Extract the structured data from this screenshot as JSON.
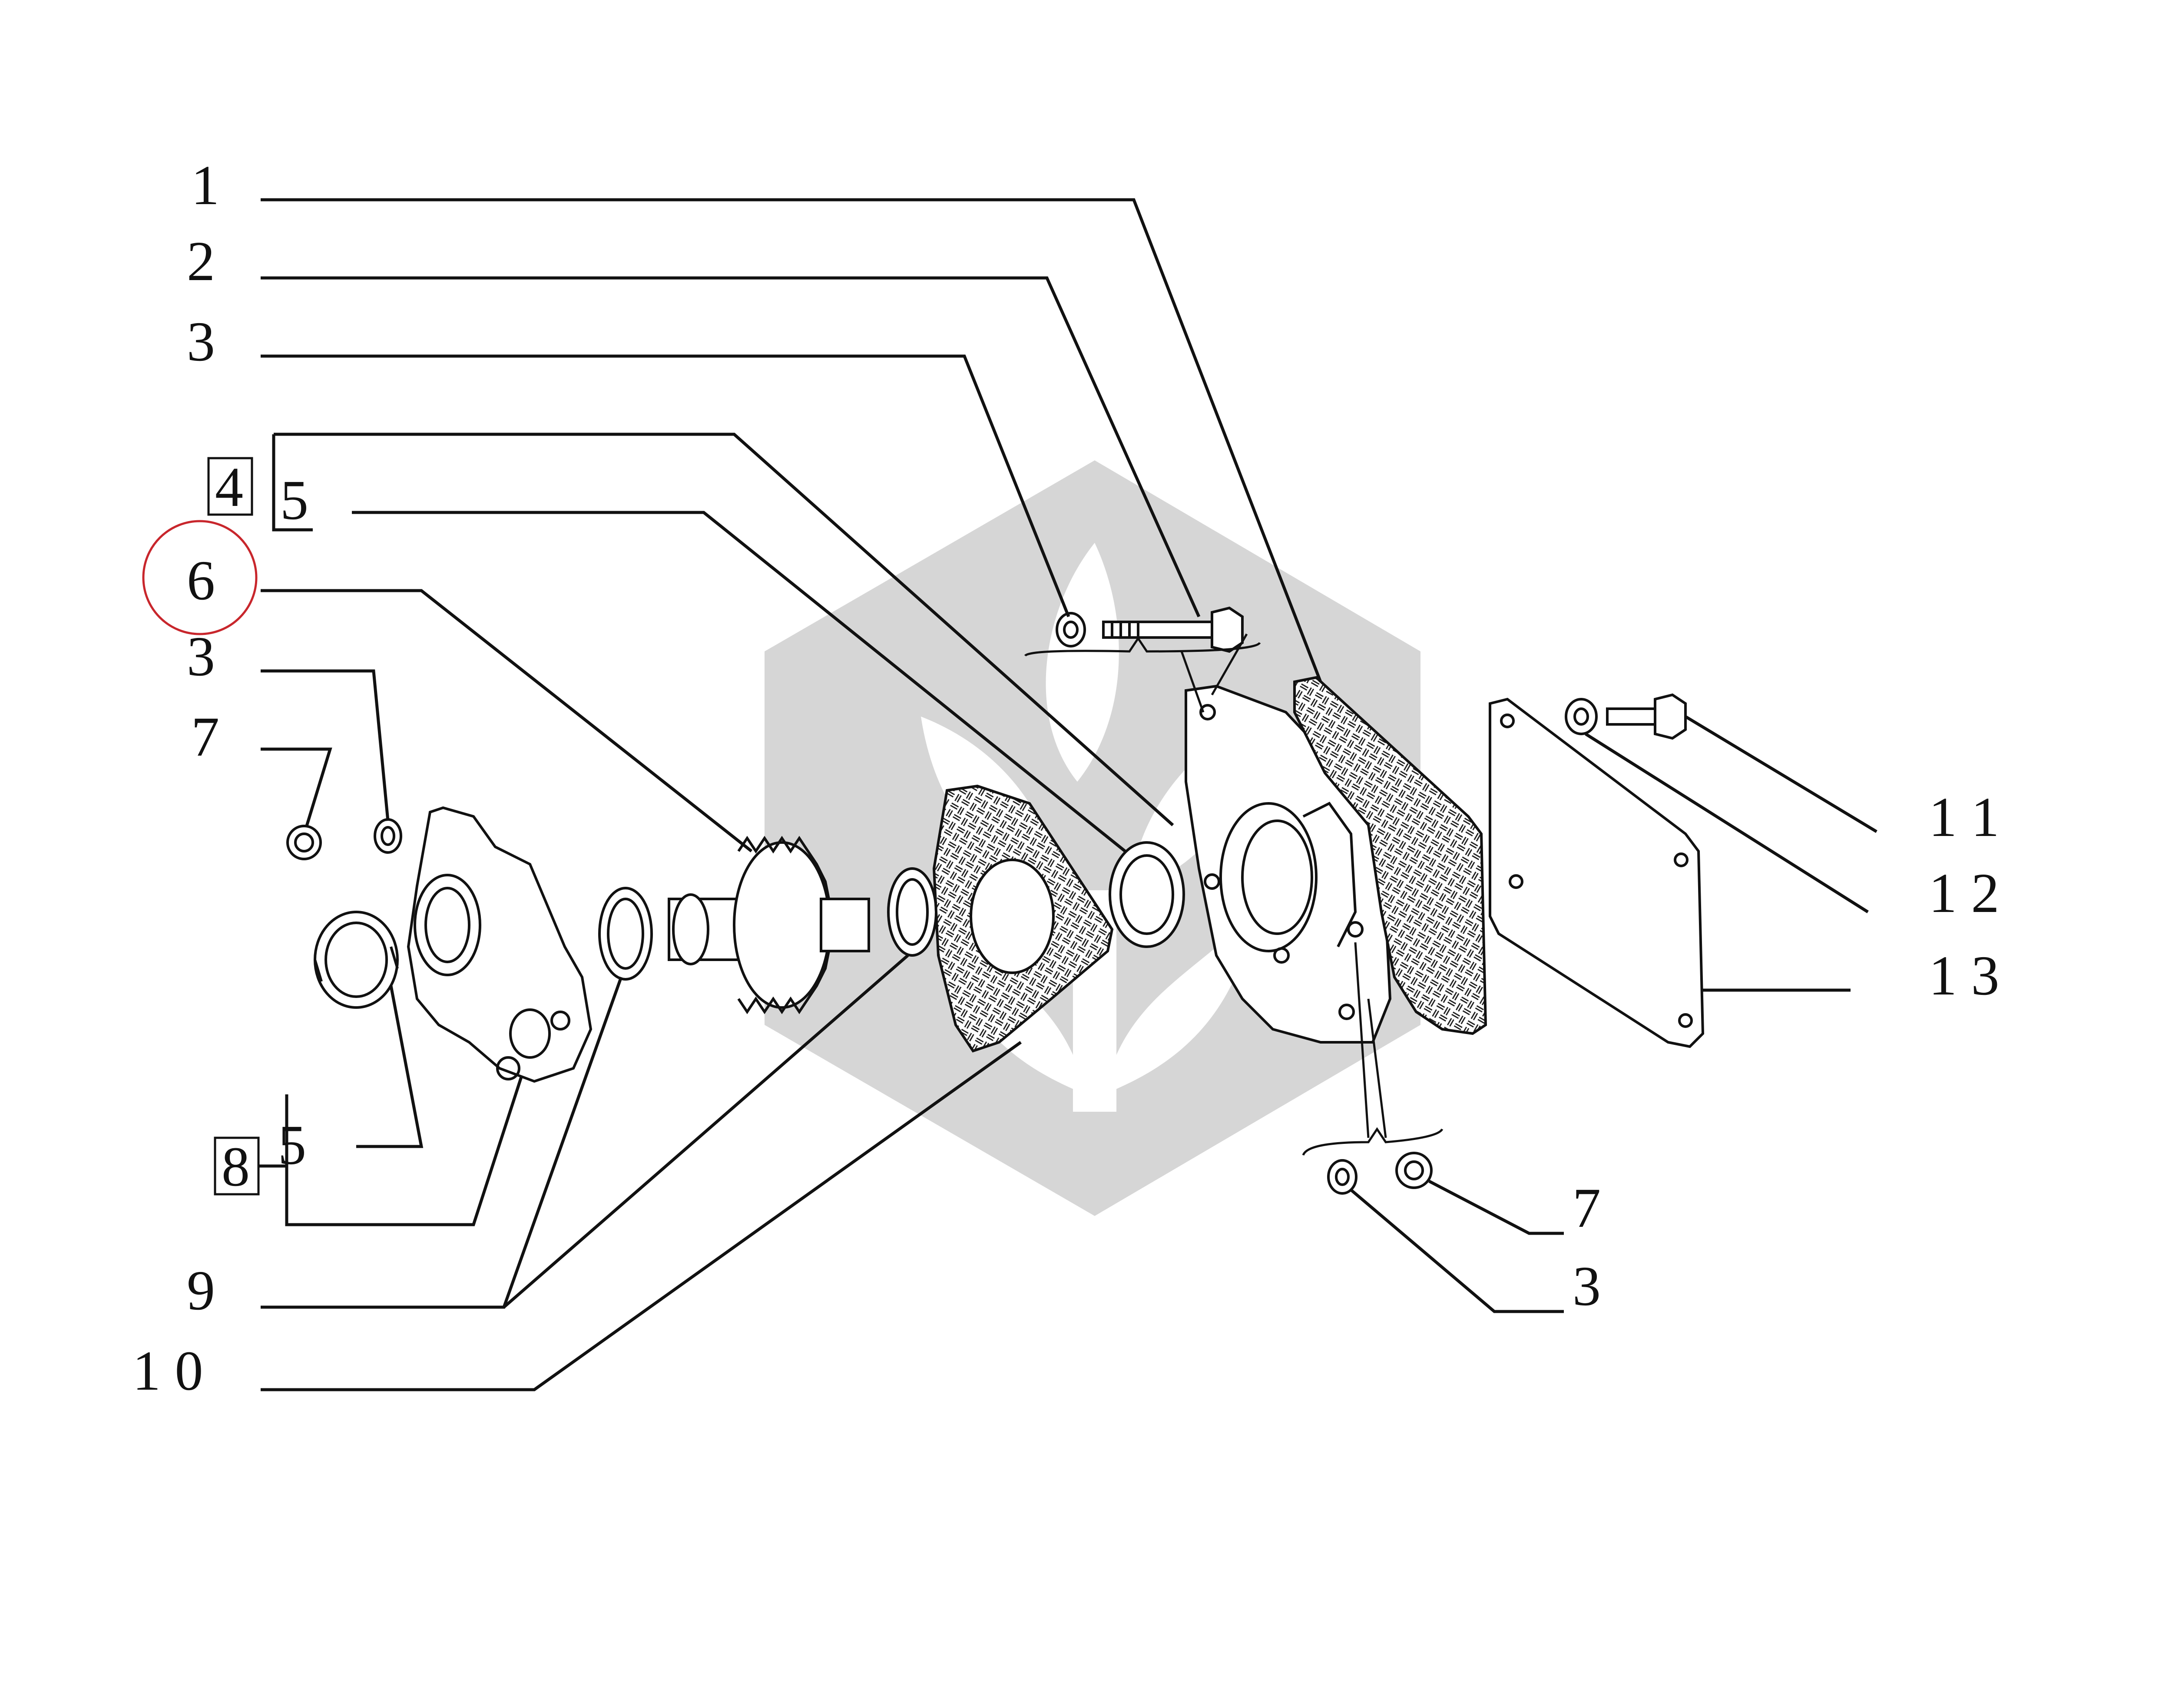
{
  "colors": {
    "ink": "#111111",
    "watermark": "#d6d6d6",
    "highlight": "#c8262c",
    "background": "#ffffff"
  },
  "watermark": {
    "icon": "leaf-hexagon-logo"
  },
  "callouts": {
    "c1": "1",
    "c2": "2",
    "c3_top": "3",
    "c4": "4",
    "c5_top": "5",
    "c6": "6",
    "c3_left": "3",
    "c7_left": "7",
    "c5_bottom": "5",
    "c8": "8",
    "c9": "9",
    "c10": "1 0",
    "c11": "1 1",
    "c12": "1 2",
    "c13": "1 3",
    "c7_right": "7",
    "c3_right": "3"
  },
  "highlighted_item": "6"
}
